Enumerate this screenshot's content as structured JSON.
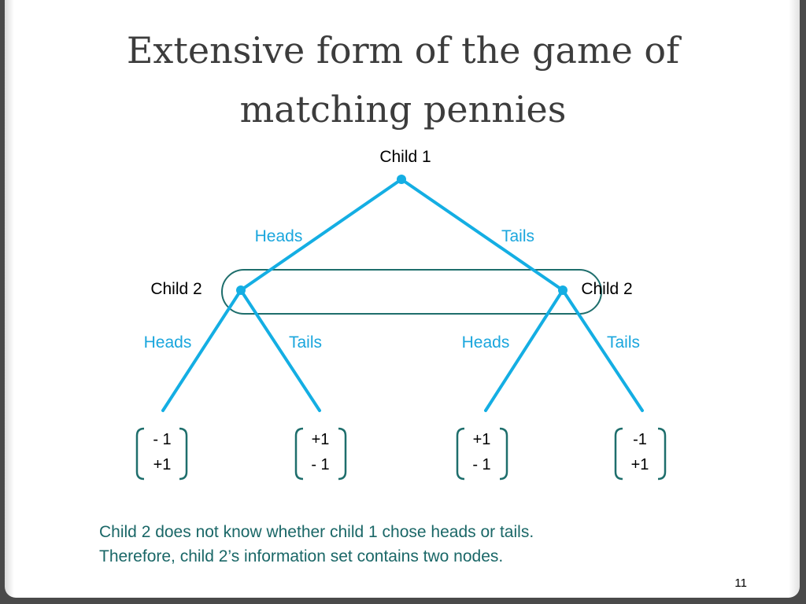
{
  "slide": {
    "title_line1": "Extensive form of the game of",
    "title_line2": "matching pennies",
    "page_number": "11"
  },
  "tree": {
    "root_label": "Child 1",
    "root_moves": [
      "Heads",
      "Tails"
    ],
    "left_node_label": "Child 2",
    "right_node_label": "Child 2",
    "left_moves": [
      "Heads",
      "Tails"
    ],
    "right_moves": [
      "Heads",
      "Tails"
    ],
    "payoffs": [
      {
        "top": "- 1",
        "bottom": "+1"
      },
      {
        "top": "+1",
        "bottom": "- 1"
      },
      {
        "top": "+1",
        "bottom": "- 1"
      },
      {
        "top": "-1",
        "bottom": "+1"
      }
    ]
  },
  "note": {
    "line1": "Child 2 does not know whether child 1 chose heads or tails.",
    "line2": "Therefore, child 2’s information set contains two nodes."
  },
  "colors": {
    "branch": "#14aee3",
    "move_label": "#1aa6dd",
    "info_set": "#1e6e6c",
    "note_text": "#1a6767",
    "title_text": "#3c3c3c"
  }
}
